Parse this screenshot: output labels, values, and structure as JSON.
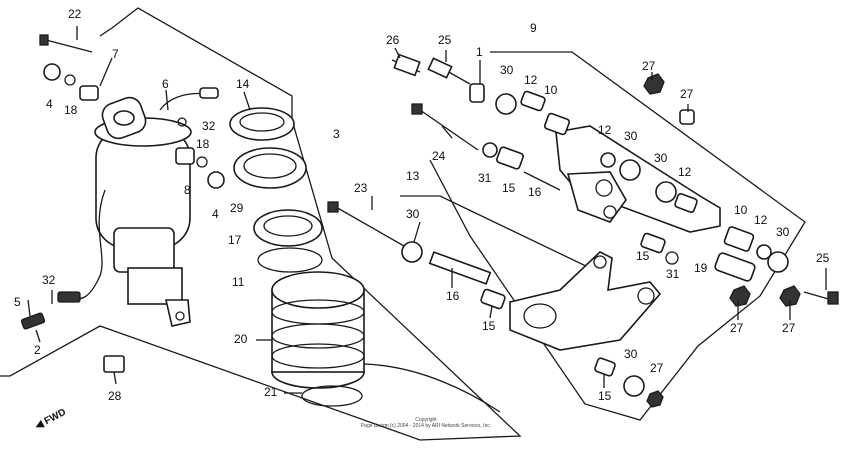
{
  "callouts": {
    "c22": "22",
    "c7": "7",
    "c6": "6",
    "c14": "14",
    "c3": "3",
    "c26": "26",
    "c25a": "25",
    "c1": "1",
    "c9": "9",
    "c4a": "4",
    "c18a": "18",
    "c32a": "32",
    "c18b": "18",
    "c8": "8",
    "c4b": "4",
    "c29": "29",
    "c17": "17",
    "c11": "11",
    "c30a": "30",
    "c12a": "12",
    "c10a": "10",
    "c27a": "27",
    "c27b": "27",
    "c24": "24",
    "c12b": "12",
    "c30b": "30",
    "c31a": "31",
    "c15a": "15",
    "c16a": "16",
    "c30c": "30",
    "c12c": "12",
    "c23": "23",
    "c13": "13",
    "c30d": "30",
    "c10b": "10",
    "c12d": "12",
    "c30e": "30",
    "c25b": "25",
    "c15b": "15",
    "c31b": "31",
    "c19": "19",
    "c5": "5",
    "c32b": "32",
    "c2": "2",
    "c16b": "16",
    "c15c": "15",
    "c20": "20",
    "c27c": "27",
    "c27d": "27",
    "c21": "21",
    "c30f": "30",
    "c27e": "27",
    "c15d": "15",
    "c28": "28"
  },
  "copyright": {
    "line1": "Copyright",
    "line2": "Page design (c) 2004 - 2014 by ARI Network Services, Inc."
  },
  "fwd_label": "FWD"
}
